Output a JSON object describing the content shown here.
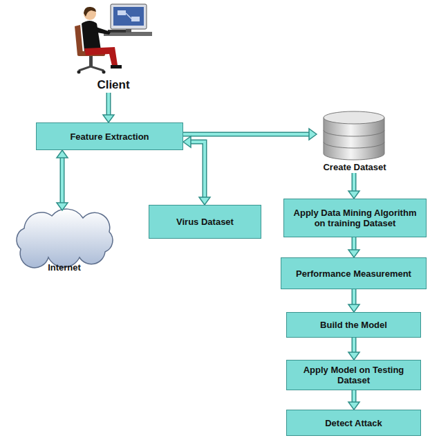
{
  "diagram": {
    "nodes": [
      {
        "text": [
          "Client"
        ]
      },
      {
        "text": [
          "Feature Extraction"
        ]
      },
      {
        "text": [
          "Create Dataset"
        ]
      },
      {
        "text": [
          "Virus Dataset"
        ]
      },
      {
        "text": [
          "Internet"
        ]
      },
      {
        "text": [
          "Apply Data Mining Algorithm on training Dataset"
        ]
      },
      {
        "text": [
          "Performance Measurement"
        ]
      },
      {
        "text": [
          "Build the Model"
        ]
      },
      {
        "text": [
          "Apply Model on Testing Dataset"
        ]
      },
      {
        "text": [
          "Detect Attack"
        ]
      }
    ],
    "edges": [
      {
        "from": 0,
        "to": 1,
        "arrow": "to"
      },
      {
        "from": 1,
        "to": 4,
        "arrow": "both"
      },
      {
        "from": 1,
        "to": 2,
        "arrow": "to"
      },
      {
        "from": 1,
        "to": 3,
        "arrow": "both"
      },
      {
        "from": 2,
        "to": 5,
        "arrow": "to"
      },
      {
        "from": 5,
        "to": 6,
        "arrow": "to"
      },
      {
        "from": 6,
        "to": 7,
        "arrow": "to"
      },
      {
        "from": 7,
        "to": 8,
        "arrow": "to"
      },
      {
        "from": 8,
        "to": 9,
        "arrow": "to"
      }
    ]
  }
}
